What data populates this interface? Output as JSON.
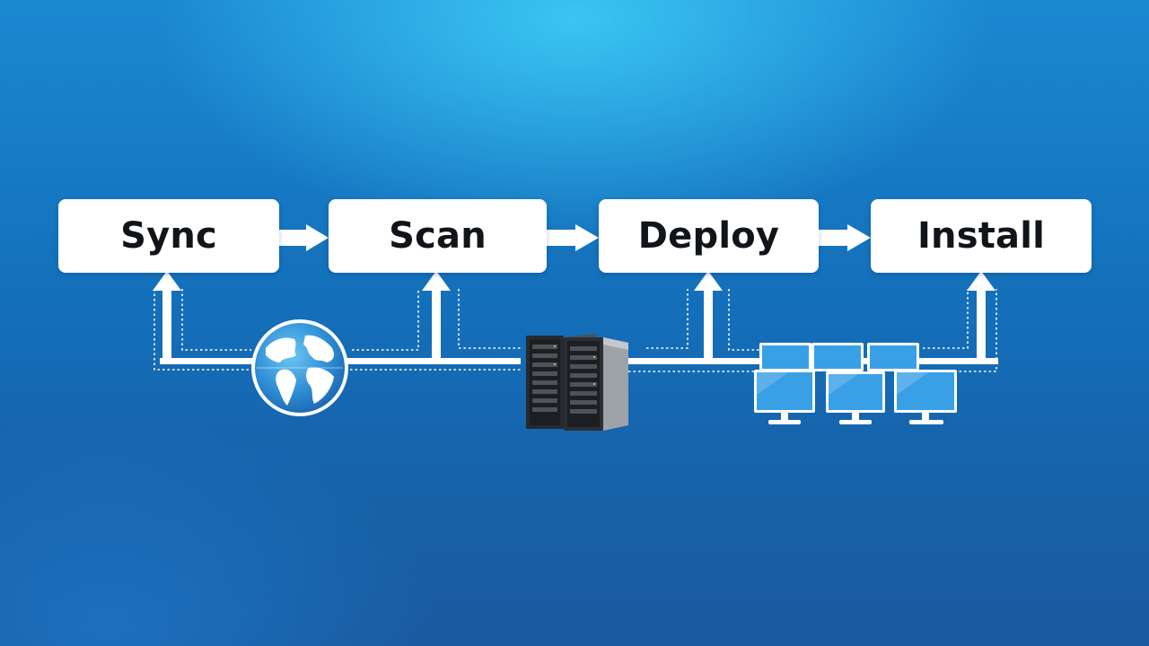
{
  "diagram": {
    "steps": [
      {
        "id": "sync",
        "label": "Sync"
      },
      {
        "id": "scan",
        "label": "Scan"
      },
      {
        "id": "deploy",
        "label": "Deploy"
      },
      {
        "id": "install",
        "label": "Install"
      }
    ],
    "nodes": [
      {
        "icon": "globe-icon"
      },
      {
        "icon": "server-icon"
      },
      {
        "icon": "computers-icon"
      }
    ],
    "colors": {
      "background_top": "#35bdef",
      "background_bottom": "#1a5aa0",
      "box": "#ffffff",
      "box_text": "#111418",
      "arrow": "#ffffff",
      "globe": "#2f8fd6",
      "server": "#2a2d31",
      "monitor_screen": "#3aa0e6"
    }
  }
}
